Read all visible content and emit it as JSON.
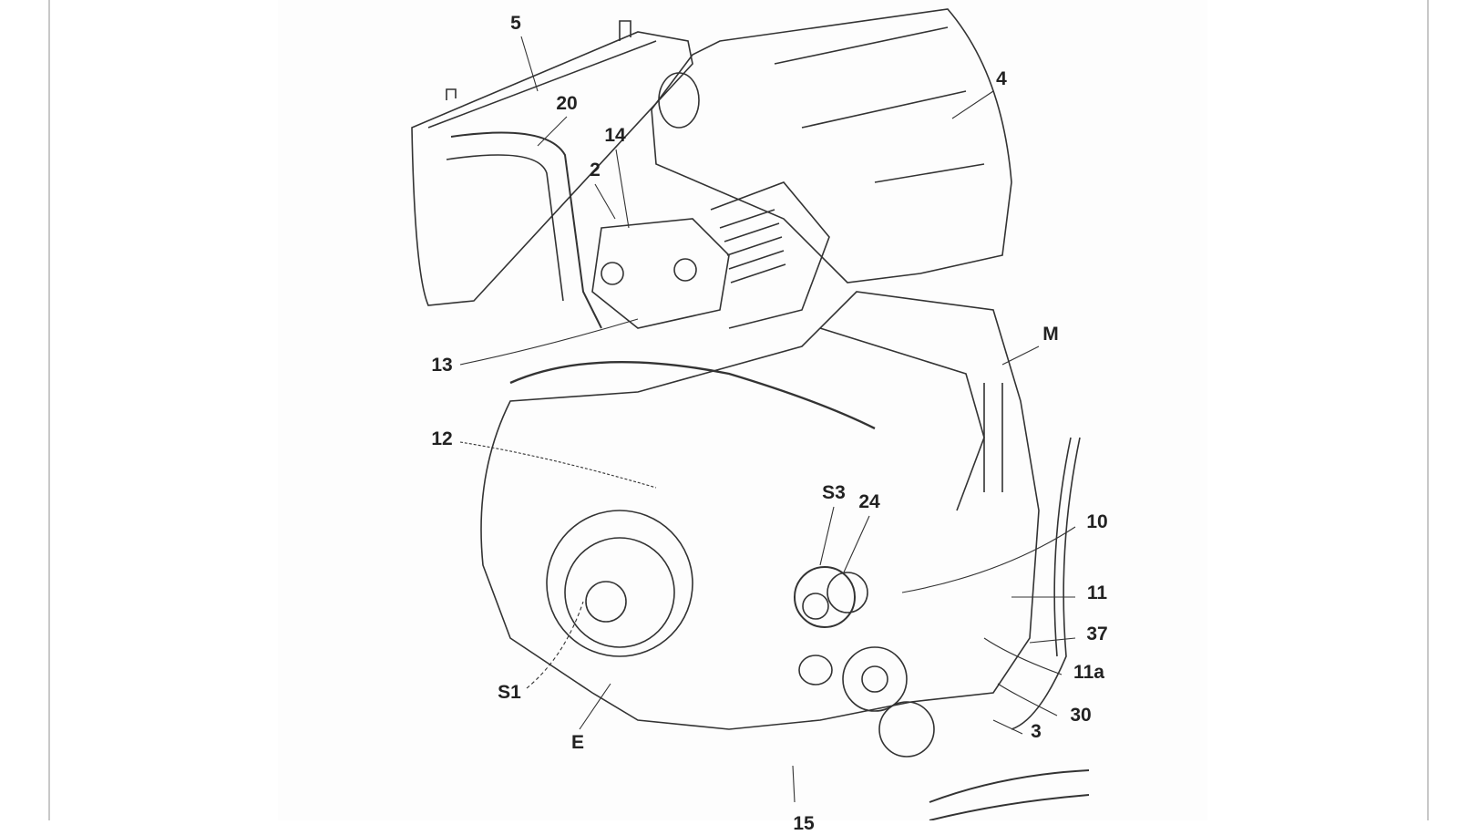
{
  "figure": {
    "labels": {
      "l5": "5",
      "l20": "20",
      "l14": "14",
      "l2": "2",
      "l4": "4",
      "lM": "M",
      "l13": "13",
      "l12": "12",
      "lS3": "S3",
      "l24": "24",
      "l10": "10",
      "l11": "11",
      "l37": "37",
      "l11a": "11a",
      "l30": "30",
      "l3": "3",
      "lS1": "S1",
      "lE": "E",
      "l15": "15"
    }
  }
}
